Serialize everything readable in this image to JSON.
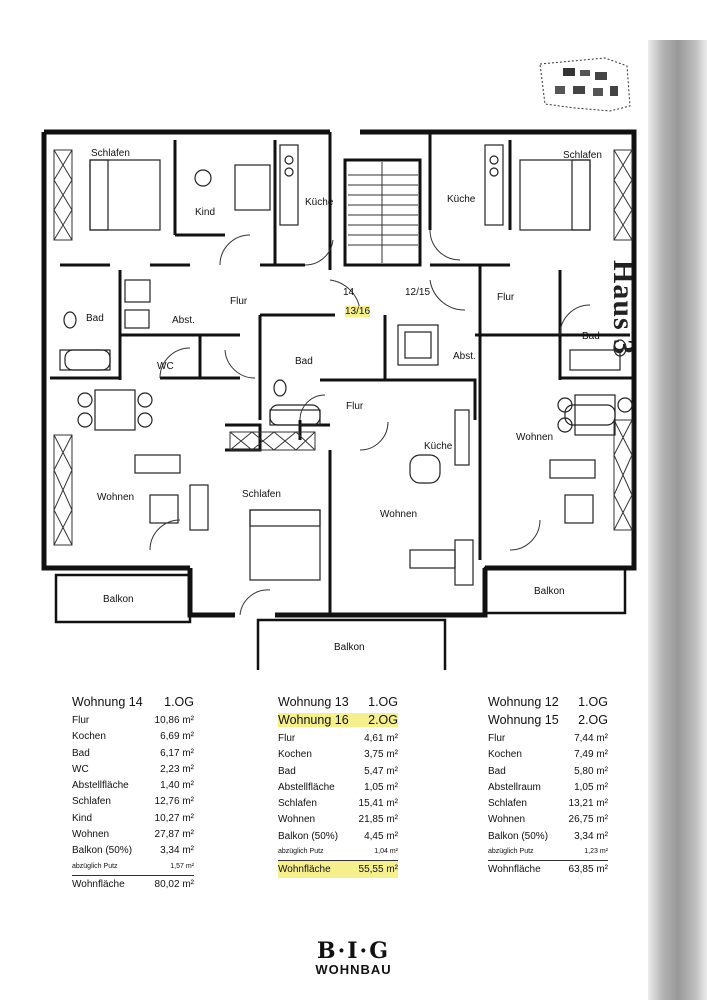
{
  "side_title": "Haus 3",
  "rooms": {
    "schlafen_l": "Schlafen",
    "kind": "Kind",
    "kueche_l": "Küche",
    "kueche_r": "Küche",
    "schlafen_r": "Schlafen",
    "flur_l": "Flur",
    "num14": "14",
    "num1215": "12/15",
    "num1316": "13/16",
    "flur_r": "Flur",
    "bad_l": "Bad",
    "abst_l": "Abst.",
    "wc": "WC",
    "bad_m": "Bad",
    "abst_m": "Abst.",
    "bad_r": "Bad",
    "flur_m": "Flur",
    "kueche_m": "Küche",
    "wohnen_r": "Wohnen",
    "wohnen_l": "Wohnen",
    "schlafen_m": "Schlafen",
    "wohnen_m": "Wohnen",
    "balkon_l": "Balkon",
    "balkon_r": "Balkon",
    "balkon_m": "Balkon"
  },
  "table14": {
    "title": "Wohnung 14",
    "floor": "1.OG",
    "rows": [
      {
        "label": "Flur",
        "value": "10,86 m²"
      },
      {
        "label": "Kochen",
        "value": "6,69 m²"
      },
      {
        "label": "Bad",
        "value": "6,17 m²"
      },
      {
        "label": "WC",
        "value": "2,23 m²"
      },
      {
        "label": "Abstellfläche",
        "value": "1,40 m²"
      },
      {
        "label": "Schlafen",
        "value": "12,76 m²"
      },
      {
        "label": "Kind",
        "value": "10,27 m²"
      },
      {
        "label": "Wohnen",
        "value": "27,87 m²"
      },
      {
        "label": "Balkon (50%)",
        "value": "3,34 m²"
      }
    ],
    "putz_label": "abzüglich Putz",
    "putz_value": "1,57 m²",
    "total_label": "Wohnfläche",
    "total_value": "80,02 m²"
  },
  "table1316": {
    "title1": "Wohnung 13",
    "floor1": "1.OG",
    "title2": "Wohnung 16",
    "floor2": "2.OG",
    "rows": [
      {
        "label": "Flur",
        "value": "4,61 m²"
      },
      {
        "label": "Kochen",
        "value": "3,75 m²"
      },
      {
        "label": "Bad",
        "value": "5,47 m²"
      },
      {
        "label": "Abstellfläche",
        "value": "1,05 m²"
      },
      {
        "label": "Schlafen",
        "value": "15,41 m²"
      },
      {
        "label": "Wohnen",
        "value": "21,85 m²"
      },
      {
        "label": "Balkon (50%)",
        "value": "4,45 m²"
      }
    ],
    "putz_label": "abzüglich Putz",
    "putz_value": "1,04 m²",
    "total_label": "Wohnfläche",
    "total_value": "55,55 m²"
  },
  "table1215": {
    "title1": "Wohnung 12",
    "floor1": "1.OG",
    "title2": "Wohnung 15",
    "floor2": "2.OG",
    "rows": [
      {
        "label": "Flur",
        "value": "7,44 m²"
      },
      {
        "label": "Kochen",
        "value": "7,49 m²"
      },
      {
        "label": "Bad",
        "value": "5,80 m²"
      },
      {
        "label": "Abstellraum",
        "value": "1,05 m²"
      },
      {
        "label": "Schlafen",
        "value": "13,21 m²"
      },
      {
        "label": "Wohnen",
        "value": "26,75 m²"
      },
      {
        "label": "Balkon (50%)",
        "value": "3,34 m²"
      }
    ],
    "putz_label": "abzüglich Putz",
    "putz_value": "1,23 m²",
    "total_label": "Wohnfläche",
    "total_value": "63,85 m²"
  },
  "logo": {
    "brand": "B·I·G",
    "sub": "WOHNBAU"
  }
}
